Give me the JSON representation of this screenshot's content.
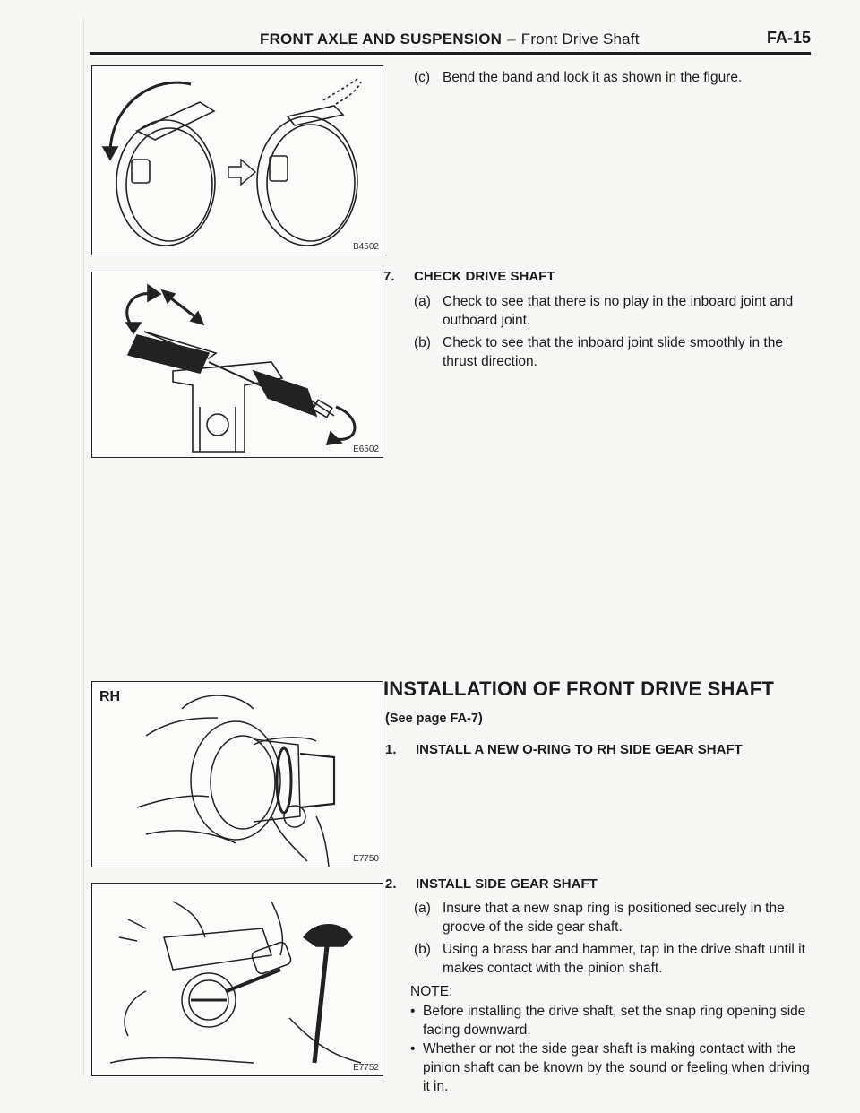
{
  "header": {
    "section": "FRONT AXLE AND SUSPENSION",
    "dash": "–",
    "subsection": "Front Drive Shaft",
    "page": "FA-15"
  },
  "figures": [
    {
      "code": "B4502"
    },
    {
      "code": "E6502"
    },
    {
      "code": "E7750",
      "label": "RH"
    },
    {
      "code": "E7752"
    }
  ],
  "content": {
    "band_step": {
      "mark": "(c)",
      "text": "Bend the band and lock it as shown in the figure."
    },
    "check": {
      "num": "7.",
      "title": "CHECK DRIVE SHAFT",
      "a": {
        "mark": "(a)",
        "text": "Check to see that there is no play in the inboard joint and outboard joint."
      },
      "b": {
        "mark": "(b)",
        "text": "Check to see that the inboard joint slide smoothly in the thrust direction."
      }
    },
    "installation": {
      "title": "INSTALLATION OF FRONT DRIVE SHAFT",
      "see_page": "(See page FA-7)",
      "step1": {
        "num": "1.",
        "title": "INSTALL A NEW O-RING TO RH SIDE GEAR SHAFT"
      },
      "step2": {
        "num": "2.",
        "title": "INSTALL SIDE GEAR SHAFT",
        "a": {
          "mark": "(a)",
          "text": "Insure that a new snap ring is positioned securely in the groove of the side gear shaft."
        },
        "b": {
          "mark": "(b)",
          "text": "Using a brass bar and hammer, tap in the drive shaft until it makes contact with the pinion shaft."
        }
      },
      "note_label": "NOTE:",
      "notes": [
        "Before installing the drive shaft, set the snap ring opening side facing downward.",
        "Whether or not the side gear shaft is making contact with the pinion shaft can be known by the sound or feeling when driving it in."
      ]
    }
  }
}
